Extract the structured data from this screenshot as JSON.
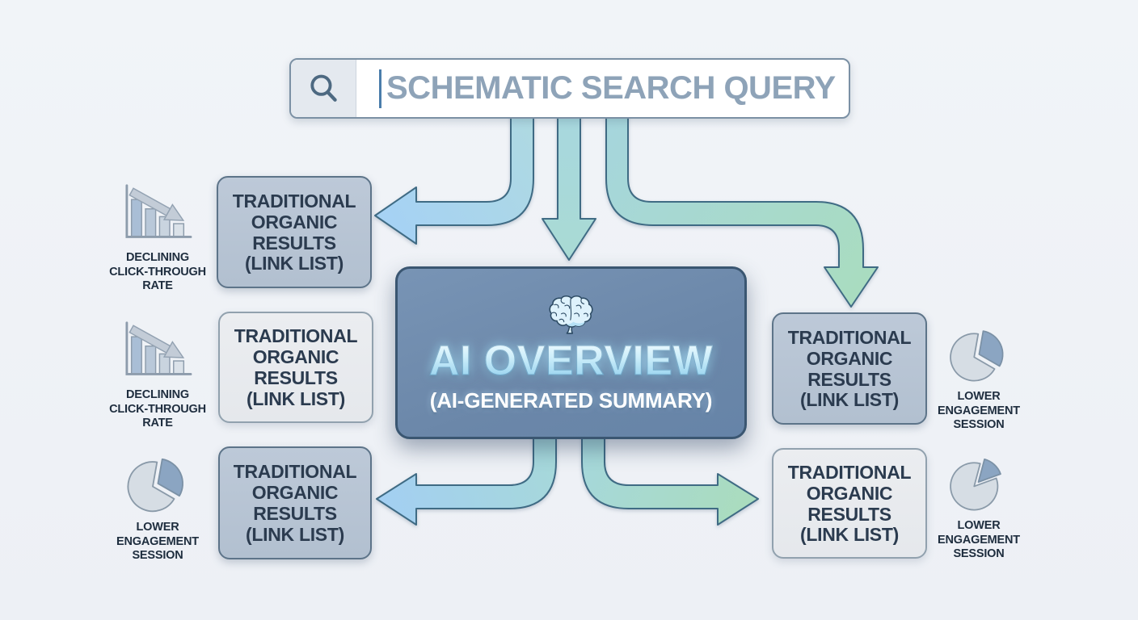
{
  "search_bar": {
    "icon": "magnifying-glass",
    "query": "SCHEMATIC SEARCH QUERY"
  },
  "ai_overview_box": {
    "icon": "brain",
    "title": "AI OVERVIEW",
    "subtitle": "(AI-GENERATED SUMMARY)"
  },
  "organic_result_box": {
    "lines": [
      "TRADITIONAL",
      "ORGANIC",
      "RESULTS",
      "(LINK LIST)"
    ]
  },
  "metric_labels": {
    "declining_ctr": [
      "DECLINING",
      "CLICK-THROUGH",
      "RATE"
    ],
    "lower_engagement": [
      "LOWER",
      "ENGAGEMENT",
      "SESSION"
    ]
  },
  "icons": {
    "search": "magnifying-glass-icon",
    "ai": "brain-icon",
    "declining": "declining-bar-chart-icon",
    "engagement": "pie-chart-icon"
  },
  "colors": {
    "background": "#eef1f6",
    "search_text": "#8ea3b8",
    "box_text": "#2b3b4f",
    "ai_box_fill": "#6e8aac",
    "ai_box_border": "#3a5671",
    "result_box_blue_fill": "#b8c5d4",
    "result_box_light_fill": "#e9ebee",
    "arrow_blue": "#a6d2f4",
    "arrow_teal": "#a7d7da",
    "arrow_green": "#a9dcc0",
    "arrow_outline": "#3f6b84",
    "pie_wedge": "#8ba5c2",
    "pie_body": "#d6dde4"
  }
}
